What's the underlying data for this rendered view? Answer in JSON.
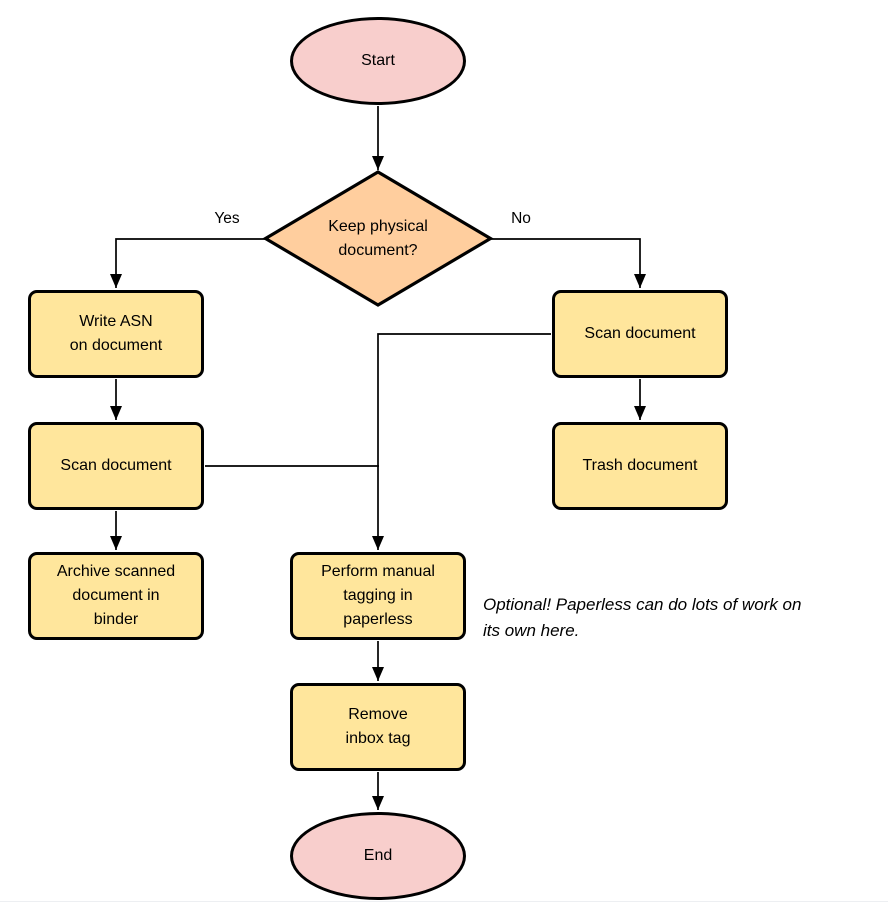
{
  "colors": {
    "terminator_fill": "#f8cecc",
    "decision_fill": "#ffce9e",
    "process_fill": "#ffe69c",
    "stroke": "#000000",
    "line": "#000000",
    "background": "#ffffff",
    "bottom_border": "#edeff2"
  },
  "nodes": {
    "start": {
      "type": "terminator",
      "label": "Start"
    },
    "decision": {
      "type": "decision",
      "label": "Keep physical\ndocument?"
    },
    "write_asn": {
      "type": "process",
      "label": "Write ASN\non document"
    },
    "scan_left": {
      "type": "process",
      "label": "Scan document"
    },
    "archive": {
      "type": "process",
      "label": "Archive scanned\ndocument in\nbinder"
    },
    "scan_right": {
      "type": "process",
      "label": "Scan document"
    },
    "trash": {
      "type": "process",
      "label": "Trash document"
    },
    "tagging": {
      "type": "process",
      "label": "Perform manual\ntagging in\npaperless"
    },
    "remove_inbox": {
      "type": "process",
      "label": "Remove\ninbox tag"
    },
    "end": {
      "type": "terminator",
      "label": "End"
    }
  },
  "edge_labels": {
    "yes": "Yes",
    "no": "No"
  },
  "edges": [
    {
      "from": "start",
      "to": "decision",
      "label": ""
    },
    {
      "from": "decision",
      "to": "write_asn",
      "label": "Yes"
    },
    {
      "from": "decision",
      "to": "scan_right",
      "label": "No"
    },
    {
      "from": "write_asn",
      "to": "scan_left",
      "label": ""
    },
    {
      "from": "scan_left",
      "to": "archive",
      "label": ""
    },
    {
      "from": "scan_right",
      "to": "trash",
      "label": ""
    },
    {
      "from": "scan_right",
      "to": "tagging",
      "label": ""
    },
    {
      "from": "scan_left",
      "to": "tagging",
      "label": ""
    },
    {
      "from": "tagging",
      "to": "remove_inbox",
      "label": ""
    },
    {
      "from": "remove_inbox",
      "to": "end",
      "label": ""
    }
  ],
  "annotation": {
    "text": "Optional! Paperless can do lots of work on\nits own here."
  }
}
